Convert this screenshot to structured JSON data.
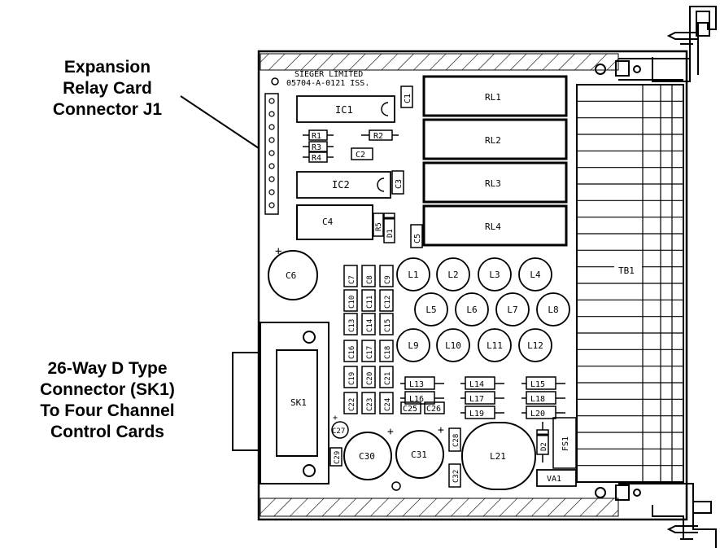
{
  "callouts": {
    "expansion": [
      "Expansion",
      "Relay Card",
      "Connector J1"
    ],
    "dtype": [
      "26-Way D Type",
      "Connector (SK1)",
      "To  Four Channel",
      "Control Cards"
    ]
  },
  "board": {
    "maker": "SIEGER LIMITED",
    "part_number": "05704-A-0121 ISS.",
    "relays": [
      "RL1",
      "RL2",
      "RL3",
      "RL4"
    ],
    "terminal_block": "TB1",
    "connector": "SK1",
    "ics": [
      "IC1",
      "IC2"
    ],
    "resistors": [
      "R1",
      "R2",
      "R3",
      "R4",
      "R5"
    ],
    "small_caps": [
      "C1",
      "C2",
      "C3",
      "C5",
      "C27",
      "C28",
      "C29",
      "C32"
    ],
    "cap_grid": [
      [
        "C7",
        "C8",
        "C9"
      ],
      [
        "C10",
        "C11",
        "C12"
      ],
      [
        "C13",
        "C14",
        "C15"
      ],
      [
        "C16",
        "C17",
        "C18"
      ],
      [
        "C19",
        "C20",
        "C21"
      ],
      [
        "C22",
        "C23",
        "C24"
      ]
    ],
    "cap_pair": [
      "C25",
      "C26"
    ],
    "large_caps": [
      "C4",
      "C6",
      "C30",
      "C31"
    ],
    "inductor_rows": [
      [
        "L1",
        "L2",
        "L3",
        "L4"
      ],
      [
        "L5",
        "L6",
        "L7",
        "L8"
      ],
      [
        "L9",
        "L10",
        "L11",
        "L12"
      ]
    ],
    "inductor_blocks": [
      [
        "L13",
        "L14",
        "L15"
      ],
      [
        "L16",
        "L17",
        "L18"
      ],
      [
        "L19",
        "L20"
      ]
    ],
    "big_inductor": "L21",
    "diodes": [
      "D1",
      "D2"
    ],
    "fuse": "FS1",
    "varistor": "VA1"
  }
}
